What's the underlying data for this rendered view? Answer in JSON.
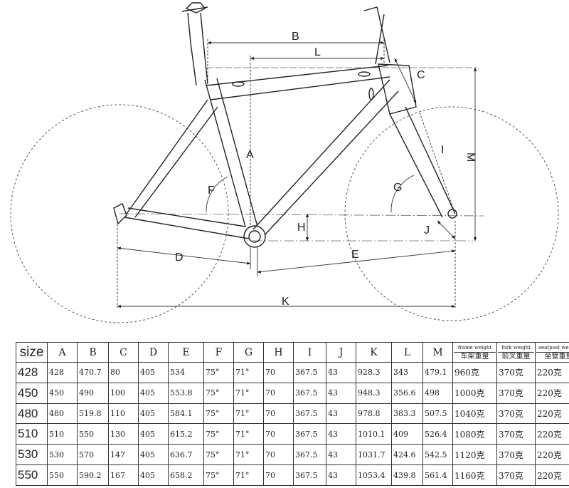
{
  "diagram": {
    "dimension_labels": {
      "A": "A",
      "B": "B",
      "C": "C",
      "D": "D",
      "E": "E",
      "F": "F",
      "G": "G",
      "H": "H",
      "I": "I",
      "J": "J",
      "K": "K",
      "L": "L",
      "M": "M"
    }
  },
  "table": {
    "headers": [
      "size",
      "A",
      "B",
      "C",
      "D",
      "E",
      "F",
      "G",
      "H",
      "I",
      "J",
      "K",
      "L",
      "M"
    ],
    "weight_headers": [
      {
        "en": "frame weight",
        "zh": "车架重量"
      },
      {
        "en": "fork weight",
        "zh": "前叉重量"
      },
      {
        "en": "seatpost weight",
        "zh": "坐管重量"
      }
    ],
    "rows": [
      [
        "428",
        "428",
        "470.7",
        "80",
        "405",
        "534",
        "75°",
        "71°",
        "70",
        "367.5",
        "43",
        "928.3",
        "343",
        "479.1",
        "960克",
        "370克",
        "220克"
      ],
      [
        "450",
        "450",
        "490",
        "100",
        "405",
        "553.8",
        "75°",
        "71°",
        "70",
        "367.5",
        "43",
        "948.3",
        "356.6",
        "498",
        "1000克",
        "370克",
        "220克"
      ],
      [
        "480",
        "480",
        "519.8",
        "110",
        "405",
        "584.1",
        "75°",
        "71°",
        "70",
        "367.5",
        "43",
        "978.8",
        "383.3",
        "507.5",
        "1040克",
        "370克",
        "220克"
      ],
      [
        "510",
        "510",
        "550",
        "130",
        "405",
        "615.2",
        "75°",
        "71°",
        "70",
        "367.5",
        "43",
        "1010.1",
        "409",
        "526.4",
        "1080克",
        "370克",
        "220克"
      ],
      [
        "530",
        "530",
        "570",
        "147",
        "405",
        "636.7",
        "75°",
        "71°",
        "70",
        "367.5",
        "43",
        "1031.7",
        "424.6",
        "542.5",
        "1120克",
        "370克",
        "220克"
      ],
      [
        "550",
        "550",
        "590.2",
        "167",
        "405",
        "658.2",
        "75°",
        "71°",
        "70",
        "367.5",
        "43",
        "1053.4",
        "439.8",
        "561.4",
        "1160克",
        "370克",
        "220克"
      ]
    ]
  }
}
